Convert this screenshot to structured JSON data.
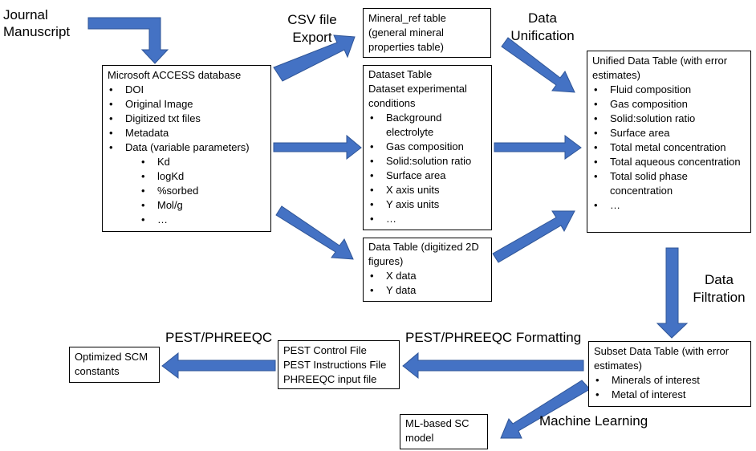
{
  "colors": {
    "arrow": "#4472c4",
    "border": "#000000"
  },
  "journal": {
    "line1": "Journal",
    "line2": "Manuscript"
  },
  "access": {
    "title": "Microsoft ACCESS database",
    "items": [
      "DOI",
      "Original Image",
      "Digitized txt files",
      "Metadata",
      "Data (variable parameters)"
    ],
    "subitems": [
      "Kd",
      "logKd",
      "%sorbed",
      "Mol/g",
      "…"
    ]
  },
  "csv_label": {
    "line1": "CSV file",
    "line2": "Export"
  },
  "mineral_ref": {
    "line1": "Mineral_ref table",
    "line2": "(general mineral",
    "line3": "properties table)"
  },
  "dataset": {
    "title": "Dataset Table",
    "subtitle": "Dataset experimental conditions",
    "items": [
      "Background electrolyte",
      "Gas composition",
      "Solid:solution ratio",
      "Surface area",
      "X axis units",
      "Y axis units",
      "…"
    ]
  },
  "datatable": {
    "title": "Data Table (digitized 2D figures)",
    "items": [
      "X data",
      "Y data"
    ]
  },
  "unification_label": {
    "line1": "Data",
    "line2": "Unification"
  },
  "unified": {
    "title": "Unified Data Table (with error estimates)",
    "items": [
      "Fluid composition",
      "Gas composition",
      "Solid:solution ratio",
      "Surface area",
      "Total metal concentration",
      "Total aqueous concentration",
      "Total solid phase concentration",
      "…"
    ]
  },
  "filtration_label": {
    "line1": "Data",
    "line2": "Filtration"
  },
  "subset": {
    "title": "Subset Data Table (with error estimates)",
    "items": [
      "Minerals of interest",
      "Metal of interest"
    ]
  },
  "formatting_label": "PEST/PHREEQC Formatting",
  "pest": {
    "line1": "PEST Control File",
    "line2": "PEST Instructions File",
    "line3": "PHREEQC input file"
  },
  "pest_phreeqc_label": "PEST/PHREEQC",
  "optimized": {
    "line1": "Optimized SCM",
    "line2": "constants"
  },
  "ml_label": "Machine Learning",
  "ml_model": {
    "line1": "ML-based SC",
    "line2": "model"
  }
}
